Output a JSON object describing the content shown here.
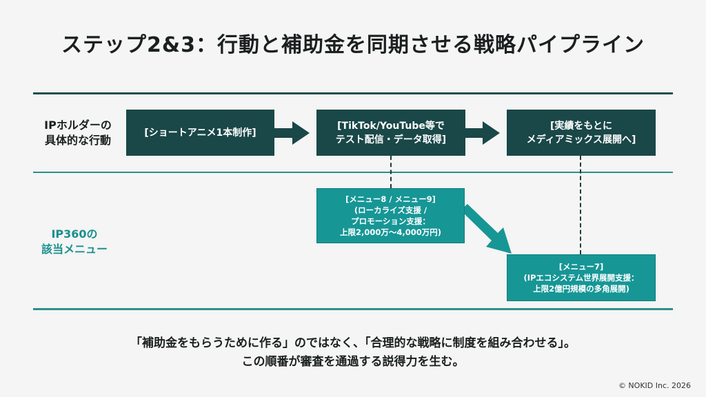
{
  "title": "ステップ2&3：行動と補助金を同期させる戦略パイプライン",
  "rows": {
    "actions_label": [
      "IPホルダーの",
      "具体的な行動"
    ],
    "menu_label": [
      "IP360の",
      "該当メニュー"
    ]
  },
  "actions": [
    {
      "lines": [
        "[ショートアニメ1本制作]"
      ]
    },
    {
      "lines": [
        "[TikTok/YouTube等で",
        "テスト配信・データ取得]"
      ]
    },
    {
      "lines": [
        "[実績をもとに",
        "メディアミックス展開へ]"
      ]
    }
  ],
  "menus": [
    {
      "lines": [
        "[メニュー8 / メニュー9]",
        "(ローカライズ支援 /",
        "プロモーション支援：",
        "上限2,000万～4,000万円)"
      ]
    },
    {
      "lines": [
        "[メニュー7]",
        "(IPエコシステム世界展開支援：",
        "上限2億円規模の多角展開)"
      ]
    }
  ],
  "footer": [
    "「補助金をもらうために作る」のではなく、「合理的な戦略に制度を組み合わせる」。",
    "この順番が審査を通過する説得力を生む。"
  ],
  "copyright": "© NOKID Inc. 2026",
  "colors": {
    "dark": "#1a4748",
    "teal": "#179696"
  }
}
